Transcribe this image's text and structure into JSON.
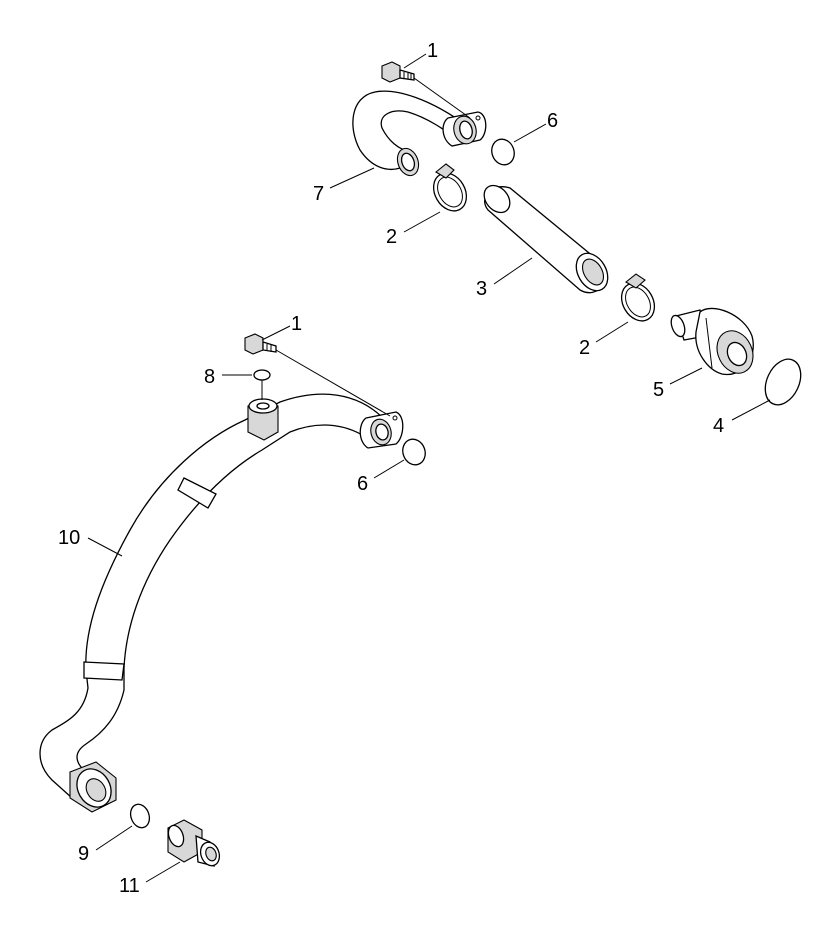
{
  "callouts": {
    "c1a": "1",
    "c1b": "1",
    "c2a": "2",
    "c2b": "2",
    "c3": "3",
    "c4": "4",
    "c5": "5",
    "c6a": "6",
    "c6b": "6",
    "c7": "7",
    "c8": "8",
    "c9": "9",
    "c10": "10",
    "c11": "11"
  }
}
